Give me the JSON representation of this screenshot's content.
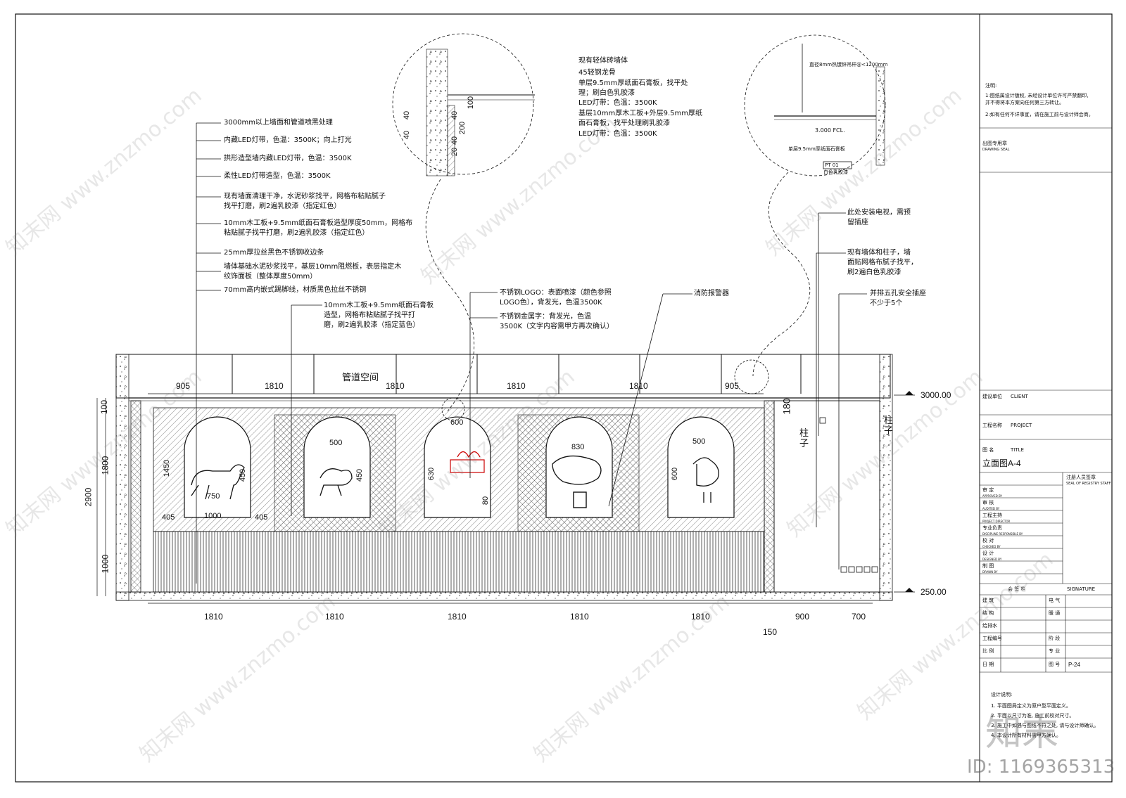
{
  "titles": {
    "pipe_space": "管道空间",
    "column_left": "柱\n子",
    "column_right": "柱\n子"
  },
  "levels": {
    "top": "3000.00",
    "bottom": "250.00"
  },
  "dims": {
    "top": [
      "905",
      "1810",
      "1810",
      "1810",
      "1810",
      "905"
    ],
    "bottom": [
      "1810",
      "1810",
      "1810",
      "1810",
      "1810",
      "900",
      "700"
    ],
    "bottom_small": "150",
    "left_outer": "2900",
    "left_parts": [
      "100",
      "1800",
      "1000"
    ],
    "right_180": "180",
    "arch_dims": [
      "1000",
      "750",
      "450",
      "1450",
      "405",
      "405",
      "500",
      "450",
      "600",
      "630",
      "80",
      "830",
      "500",
      "600"
    ]
  },
  "left_notes": [
    "3000mm以上墙面和管道喷黑处理",
    "内藏LED灯带，色温：3500K；向上打光",
    "拱形造型墙内藏LED灯带，色温：3500K",
    "柔性LED灯带造型，色温：3500K",
    "现有墙面清理干净，水泥砂浆找平，网格布粘贴腻子\n找平打磨，刷2遍乳胶漆（指定红色）",
    "10mm木工板+9.5mm纸面石膏板造型厚度50mm，网格布\n粘贴腻子找平打磨，刷2遍乳胶漆（指定红色）",
    "25mm厚拉丝黑色不锈钢收边条",
    "墙体基础水泥砂浆找平，基层10mm阻燃板，表层指定木\n纹饰面板（整体厚度50mm）",
    "70mm高内嵌式踢脚线，材质黑色拉丝不锈钢"
  ],
  "mid_note": "10mm木工板+9.5mm纸面石膏板\n造型，网格布粘贴腻子找平打\n磨，刷2遍乳胶漆（指定蓝色）",
  "logo_notes": [
    "不锈钢LOGO：表面喷漆（颜色参照\nLOGO色），背发光，色温3500K",
    "不锈钢金属字：背发光，色温\n3500K（文字内容需甲方再次确认）"
  ],
  "alarm_note": "消防报警器",
  "right_notes": [
    "此处安装电视，需预\n留插座",
    "现有墙体和柱子，墙\n面贴网格布腻子找平，\n刷2遍白色乳胶漆",
    "并排五孔安全插座\n不少于5个"
  ],
  "detail1_notes": [
    "现有轻体砖墙体",
    "45轻钢龙骨",
    "单层9.5mm厚纸面石膏板，找平处\n理；刷白色乳胶漆",
    "LED灯带：色温：3500K",
    "基层10mm厚木工板+外层9.5mm厚纸\n面石膏板，找平处理刷乳胶漆",
    "LED灯带：色温：3500K"
  ],
  "detail1_dims": [
    "40",
    "40",
    "100",
    "40",
    "200",
    "40",
    "20"
  ],
  "detail2_notes": {
    "rod": "直径8mm热镀锌吊杆@<1200mm",
    "level": "3.000 FCL.",
    "board": "单层9.5mm厚纸面石膏板",
    "tag": "PT  01",
    "paint": "白色乳胶漆"
  },
  "title_block": {
    "note_head": "注明:",
    "note_lines": [
      "1:图纸属设计版权, 未经设计单位许可严禁翻印,",
      "并不得将本方案向任何第三方转让。",
      "2:如有任何不详事宜，请在施工前与设计师会商。"
    ],
    "seal": "出图专用章",
    "seal_en": "DRAWING SEAL",
    "client_label": "建设单位",
    "client_en": "CLIENT",
    "project_label": "工程名称",
    "project_en": "PROJECT",
    "title_label": "图      名",
    "title_en": "TITLE",
    "drawing_title": "立面图A-4",
    "reg_seal": "注册人员签章",
    "reg_seal_en": "SEAL OF REGISTRY STAFF",
    "roles": [
      "审      定",
      "审      核",
      "工程主持",
      "专业负责",
      "校      对",
      "设      计",
      "制      图"
    ],
    "roles_en": [
      "APPROVED BY",
      "AUDITED BY",
      "PROJECT DIRECTOR",
      "DISCIPLINE RESPONSIBLE BY",
      "CHECKED BY",
      "DESIGNED BY",
      "DRAWN BY"
    ],
    "signature_label": "会      签      栏",
    "signature_en": "SIGNATURE",
    "sig_rows": [
      [
        "建      筑",
        "电      气"
      ],
      [
        "结      构",
        "暖      通"
      ],
      [
        "给排水",
        ""
      ]
    ],
    "meta_rows": [
      [
        "工程编号",
        "阶      段"
      ],
      [
        "比      例",
        "专      业"
      ],
      [
        "日      期",
        "图      号"
      ]
    ],
    "drawing_no": "P-24",
    "design_head": "设计说明:",
    "design_lines": [
      "1. 平面图局定义为原户型平面定义。",
      "2. 平面以尺寸为准, 施工前校对尺寸。",
      "3. 施工中如遇与图纸不符之处, 请与设计师确认。",
      "4. 本设计所有材料需甲方确认。"
    ]
  },
  "watermark": {
    "brand": "知末",
    "id": "ID: 1169365313",
    "site": "知末网 www.znzmo.com"
  }
}
